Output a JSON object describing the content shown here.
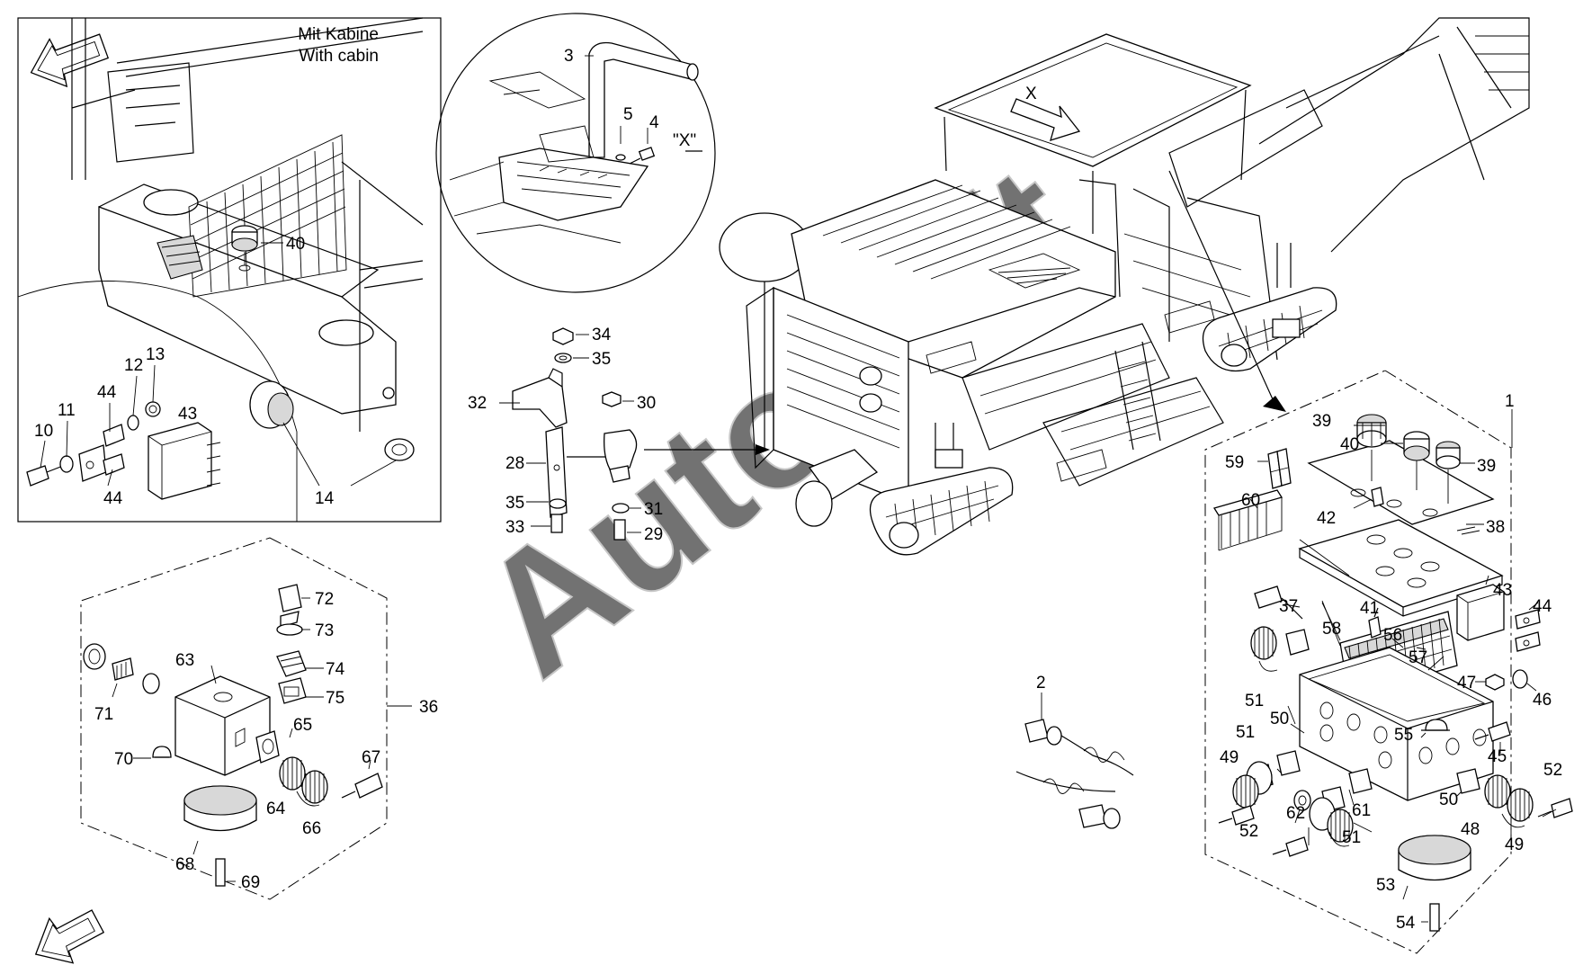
{
  "inset": {
    "line1": "Mit Kabine",
    "line2": "With cabin"
  },
  "detail_view": {
    "label": "\"X\""
  },
  "view_marker": "X",
  "watermark": "Autosoft",
  "callouts": {
    "c1": "1",
    "c2": "2",
    "c3": "3",
    "c4": "4",
    "c5": "5",
    "c10": "10",
    "c11": "11",
    "c12": "12",
    "c13": "13",
    "c14": "14",
    "c28": "28",
    "c29": "29",
    "c30": "30",
    "c31": "31",
    "c32": "32",
    "c33": "33",
    "c34": "34",
    "c35a": "35",
    "c35b": "35",
    "c36": "36",
    "c37": "37",
    "c38": "38",
    "c39a": "39",
    "c39b": "39",
    "c40a": "40",
    "c40b": "40",
    "c41": "41",
    "c42": "42",
    "c43a": "43",
    "c43b": "43",
    "c44a": "44",
    "c44b": "44",
    "c44c": "44",
    "c45": "45",
    "c46": "46",
    "c47": "47",
    "c48": "48",
    "c49a": "49",
    "c49b": "49",
    "c50a": "50",
    "c50b": "50",
    "c51a": "51",
    "c51b": "51",
    "c51c": "51",
    "c52a": "52",
    "c52b": "52",
    "c53": "53",
    "c54": "54",
    "c55": "55",
    "c56": "56",
    "c57": "57",
    "c58": "58",
    "c59": "59",
    "c60": "60",
    "c61": "61",
    "c62": "62",
    "c63": "63",
    "c64": "64",
    "c65": "65",
    "c66": "66",
    "c67": "67",
    "c68": "68",
    "c69": "69",
    "c70": "70",
    "c71": "71",
    "c72": "72",
    "c73": "73",
    "c74": "74",
    "c75": "75"
  }
}
